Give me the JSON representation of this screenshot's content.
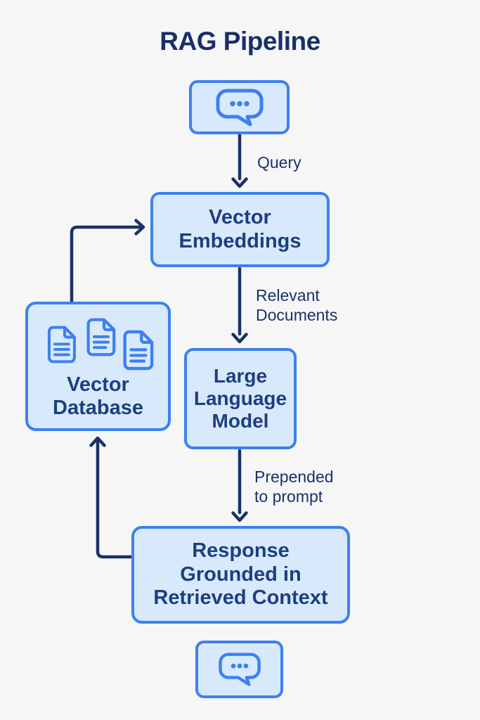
{
  "title": "RAG Pipeline",
  "nodes": {
    "user_query": {
      "type": "chat",
      "icon": "chat-bubble-icon"
    },
    "vector_embeddings": {
      "label": "Vector\nEmbeddings"
    },
    "large_language_model": {
      "label": "Large\nLanguage\nModel"
    },
    "response_grounded": {
      "label": "Response\nGrounded in\nRetrieved Context"
    },
    "vector_database": {
      "label": "Vector\nDatabase",
      "icon": "documents-icon"
    },
    "user_response": {
      "type": "chat",
      "icon": "chat-bubble-icon"
    }
  },
  "edges": [
    {
      "from": "user-query",
      "to": "vector-embeddings",
      "label": "Query"
    },
    {
      "from": "vector-embeddings",
      "to": "large-language-model",
      "label": "Relevant\nDocuments"
    },
    {
      "from": "large-language-model",
      "to": "response-grounded",
      "label": "Prepended\nto prompt"
    },
    {
      "from": "vector-database",
      "to": "vector-embeddings",
      "label": ""
    },
    {
      "from": "response-grounded",
      "to": "vector-database",
      "label": ""
    }
  ],
  "colors": {
    "background": "#f6f6f7",
    "node_fill": "#d9e9fc",
    "node_border": "#3d80f0",
    "icon_blue": "#3d80f0",
    "arrow_navy": "#1b3168",
    "text_navy": "#1d3f80",
    "title_navy": "#182f69"
  }
}
